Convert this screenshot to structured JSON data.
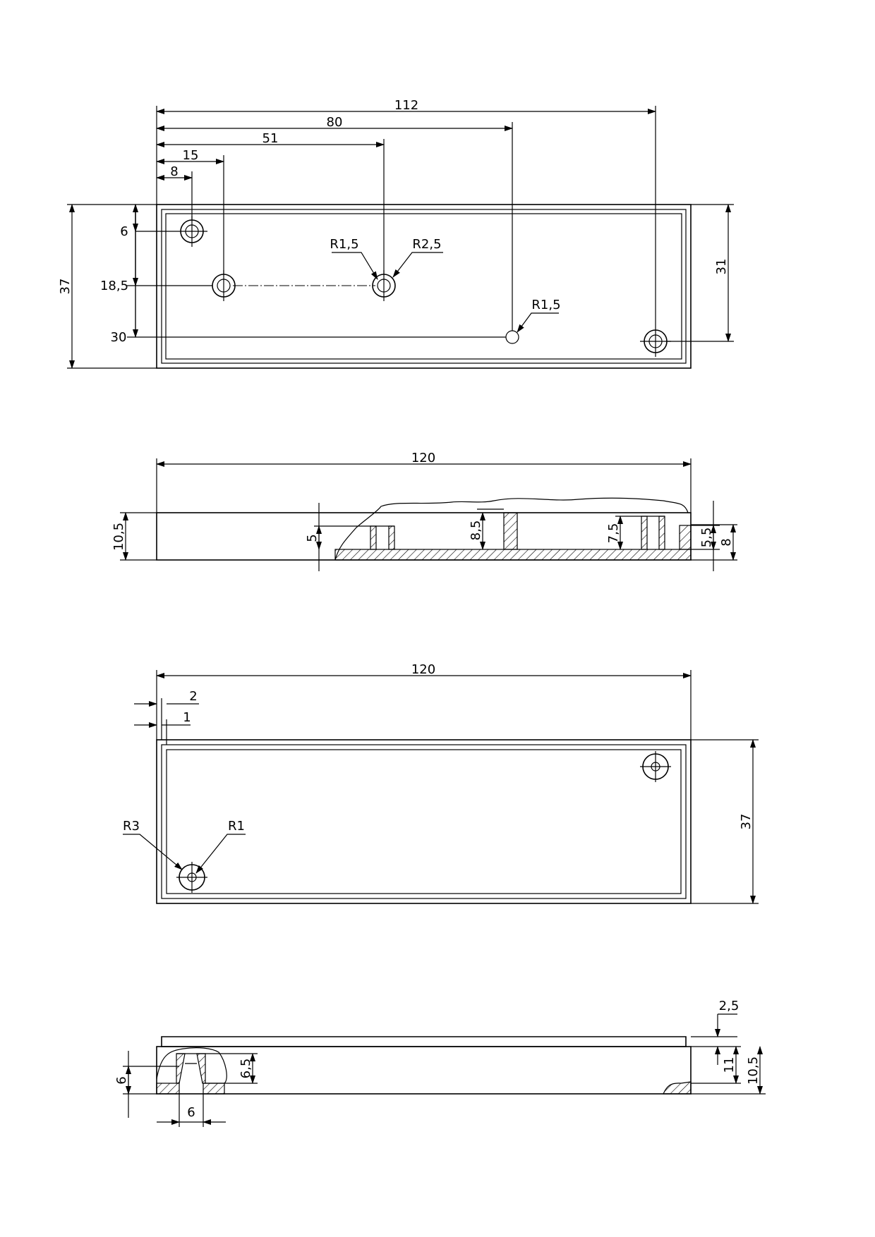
{
  "views": {
    "top_view": {
      "dims": {
        "d112": "112",
        "d80": "80",
        "d51": "51",
        "d15": "15",
        "d8": "8",
        "d6": "6",
        "d18_5": "18,5",
        "d30": "30",
        "d37": "37",
        "d31": "31"
      },
      "radii": {
        "r1_5a": "R1,5",
        "r2_5": "R2,5",
        "r1_5b": "R1,5"
      }
    },
    "front_section": {
      "dims": {
        "d120": "120",
        "d10_5": "10,5",
        "d5": "5",
        "d8_5": "8,5",
        "d7_5": "7,5",
        "d5_5": "5,5",
        "d8": "8"
      }
    },
    "bottom_view": {
      "dims": {
        "d120": "120",
        "d2": "2",
        "d1": "1",
        "d37": "37"
      },
      "radii": {
        "r3": "R3",
        "r1": "R1"
      }
    },
    "side_section": {
      "dims": {
        "d2_5": "2,5",
        "d11": "11",
        "d10_5": "10,5",
        "d6": "6",
        "d6_5": "6,5",
        "d6b": "6"
      }
    }
  }
}
